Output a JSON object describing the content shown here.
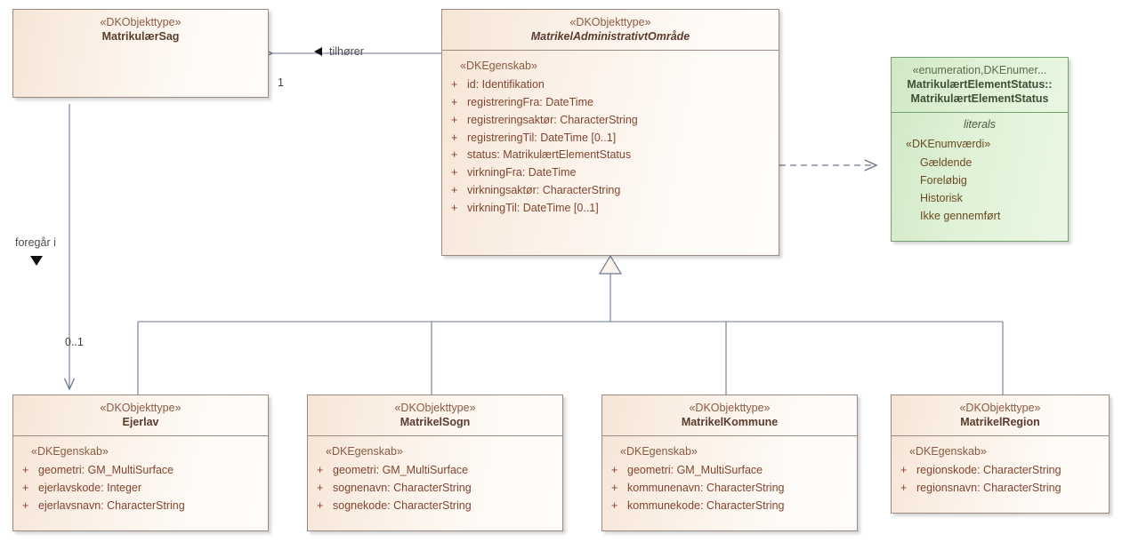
{
  "diagram": {
    "title": "UML class diagram",
    "colors": {
      "class_border": "#9c8a80",
      "class_fill": "#fbf0e6",
      "class_text": "#81452f",
      "enum_border": "#74a06f",
      "enum_fill": "#ddf0d4",
      "connector": "#6b7792",
      "background": "#ffffff"
    }
  },
  "classes": {
    "matrikulaersag": {
      "stereotype": "«DKObjekttype»",
      "name": "MatrikulærSag",
      "abstract": false,
      "attributes": []
    },
    "matrikeladministrativtomraade": {
      "stereotype": "«DKObjekttype»",
      "name": "MatrikelAdministrativtOmråde",
      "abstract": true,
      "group_label": "«DKEgenskab»",
      "attributes": [
        {
          "visibility": "+",
          "text": "id: Identifikation"
        },
        {
          "visibility": "+",
          "text": "registreringFra: DateTime"
        },
        {
          "visibility": "+",
          "text": "registreringsaktør: CharacterString"
        },
        {
          "visibility": "+",
          "text": "registreringTil: DateTime [0..1]"
        },
        {
          "visibility": "+",
          "text": "status: MatrikulærtElementStatus"
        },
        {
          "visibility": "+",
          "text": "virkningFra: DateTime"
        },
        {
          "visibility": "+",
          "text": "virkningsaktør: CharacterString"
        },
        {
          "visibility": "+",
          "text": "virkningTil: DateTime [0..1]"
        }
      ]
    },
    "ejerlav": {
      "stereotype": "«DKObjekttype»",
      "name": "Ejerlav",
      "abstract": false,
      "group_label": "«DKEgenskab»",
      "attributes": [
        {
          "visibility": "+",
          "text": "geometri: GM_MultiSurface"
        },
        {
          "visibility": "+",
          "text": "ejerlavskode: Integer"
        },
        {
          "visibility": "+",
          "text": "ejerlavsnavn: CharacterString"
        }
      ]
    },
    "matrikelsogn": {
      "stereotype": "«DKObjekttype»",
      "name": "MatrikelSogn",
      "abstract": false,
      "group_label": "«DKEgenskab»",
      "attributes": [
        {
          "visibility": "+",
          "text": "geometri: GM_MultiSurface"
        },
        {
          "visibility": "+",
          "text": "sognenavn: CharacterString"
        },
        {
          "visibility": "+",
          "text": "sognekode: CharacterString"
        }
      ]
    },
    "matrikelkommune": {
      "stereotype": "«DKObjekttype»",
      "name": "MatrikelKommune",
      "abstract": false,
      "group_label": "«DKEgenskab»",
      "attributes": [
        {
          "visibility": "+",
          "text": "geometri: GM_MultiSurface"
        },
        {
          "visibility": "+",
          "text": "kommunenavn: CharacterString"
        },
        {
          "visibility": "+",
          "text": "kommunekode: CharacterString"
        }
      ]
    },
    "matrikelregion": {
      "stereotype": "«DKObjekttype»",
      "name": "MatrikelRegion",
      "abstract": false,
      "group_label": "«DKEgenskab»",
      "attributes": [
        {
          "visibility": "+",
          "text": "regionskode: CharacterString"
        },
        {
          "visibility": "+",
          "text": "regionsnavn: CharacterString"
        }
      ]
    }
  },
  "enumeration": {
    "stereotype": "«enumeration,DKEnumer...",
    "name_line1": "MatrikulærtElementStatus::",
    "name_line2": "MatrikulærtElementStatus",
    "section_label": "literals",
    "group_label": "«DKEnumværdi»",
    "literals": [
      "Gældende",
      "Foreløbig",
      "Historisk",
      "Ikke gennemført"
    ]
  },
  "connectors": {
    "tilhoerer": {
      "label": "tilhører",
      "source_multiplicity": "1",
      "kind": "association"
    },
    "foregaar_i": {
      "label": "foregår i",
      "target_multiplicity": "0..1",
      "kind": "association"
    },
    "generalization": {
      "kind": "generalization"
    },
    "dependency": {
      "kind": "dependency"
    }
  }
}
